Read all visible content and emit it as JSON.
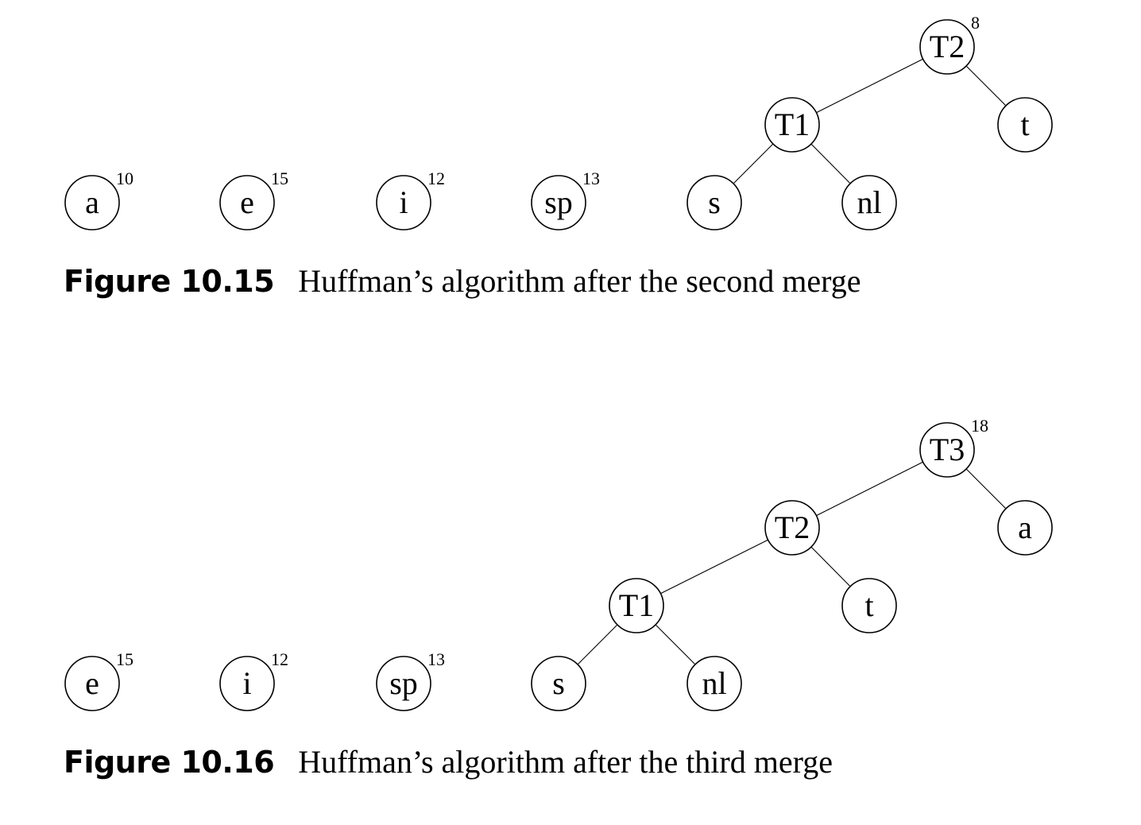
{
  "figures": [
    {
      "number": "Figure 10.15",
      "caption": "Huffman’s algorithm after the second merge",
      "nodes": [
        {
          "id": "a",
          "label": "a",
          "weight": "10"
        },
        {
          "id": "e",
          "label": "e",
          "weight": "15"
        },
        {
          "id": "i",
          "label": "i",
          "weight": "12"
        },
        {
          "id": "sp",
          "label": "sp",
          "weight": "13"
        },
        {
          "id": "T2",
          "label": "T2",
          "weight": "8"
        },
        {
          "id": "T1",
          "label": "T1",
          "weight": ""
        },
        {
          "id": "t",
          "label": "t",
          "weight": ""
        },
        {
          "id": "s",
          "label": "s",
          "weight": ""
        },
        {
          "id": "nl",
          "label": "nl",
          "weight": ""
        }
      ],
      "edges": [
        [
          "T2",
          "T1"
        ],
        [
          "T2",
          "t"
        ],
        [
          "T1",
          "s"
        ],
        [
          "T1",
          "nl"
        ]
      ]
    },
    {
      "number": "Figure 10.16",
      "caption": "Huffman’s algorithm after the third merge",
      "nodes": [
        {
          "id": "e",
          "label": "e",
          "weight": "15"
        },
        {
          "id": "i",
          "label": "i",
          "weight": "12"
        },
        {
          "id": "sp",
          "label": "sp",
          "weight": "13"
        },
        {
          "id": "T3",
          "label": "T3",
          "weight": "18"
        },
        {
          "id": "T2",
          "label": "T2",
          "weight": ""
        },
        {
          "id": "a",
          "label": "a",
          "weight": ""
        },
        {
          "id": "T1",
          "label": "T1",
          "weight": ""
        },
        {
          "id": "t",
          "label": "t",
          "weight": ""
        },
        {
          "id": "s",
          "label": "s",
          "weight": ""
        },
        {
          "id": "nl",
          "label": "nl",
          "weight": ""
        }
      ],
      "edges": [
        [
          "T3",
          "T2"
        ],
        [
          "T3",
          "a"
        ],
        [
          "T2",
          "T1"
        ],
        [
          "T2",
          "t"
        ],
        [
          "T1",
          "s"
        ],
        [
          "T1",
          "nl"
        ]
      ]
    }
  ]
}
